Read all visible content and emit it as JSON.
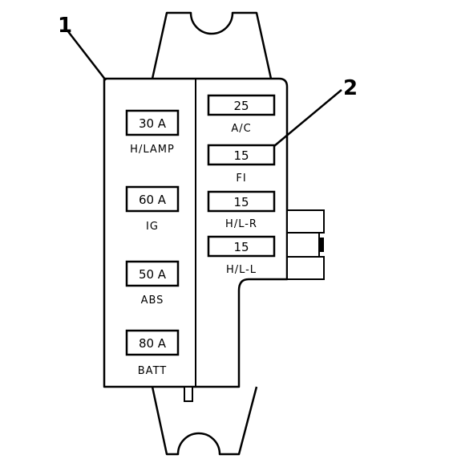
{
  "callouts": {
    "one": "1",
    "two": "2"
  },
  "left_fuses": [
    {
      "value": "30 A",
      "label": "H/LAMP"
    },
    {
      "value": "60 A",
      "label": "IG"
    },
    {
      "value": "50 A",
      "label": "ABS"
    },
    {
      "value": "80 A",
      "label": "BATT"
    }
  ],
  "right_fuses": [
    {
      "value": "25",
      "label": "A/C"
    },
    {
      "value": "15",
      "label": "FI"
    },
    {
      "value": "15",
      "label": "H/L-R"
    },
    {
      "value": "15",
      "label": "H/L-L"
    }
  ]
}
